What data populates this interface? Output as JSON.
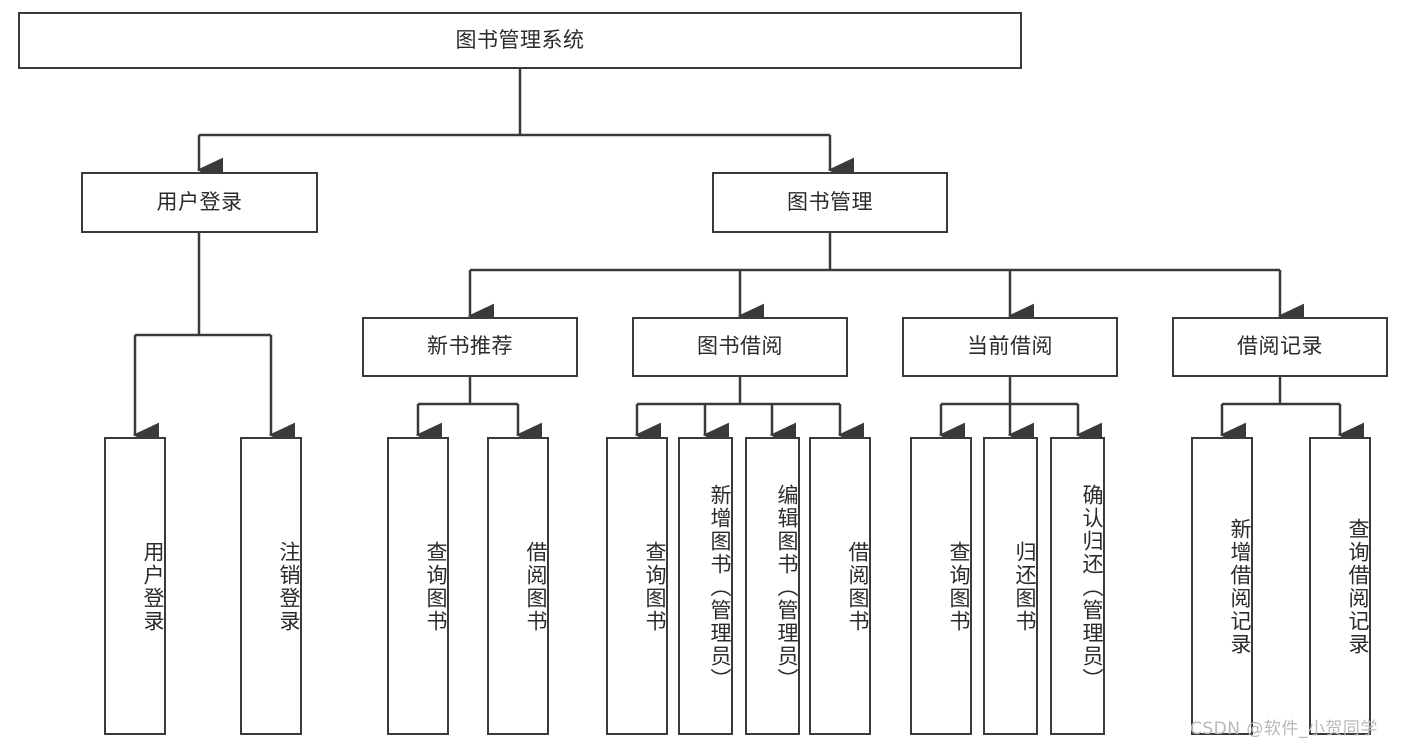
{
  "diagram": {
    "title": "图书管理系统",
    "root": {
      "label": "图书管理系统"
    },
    "level2": [
      {
        "label": "用户登录"
      },
      {
        "label": "图书管理"
      }
    ],
    "level3": [
      {
        "label": "新书推荐"
      },
      {
        "label": "图书借阅"
      },
      {
        "label": "当前借阅"
      },
      {
        "label": "借阅记录"
      }
    ],
    "leaves": {
      "user_login": [
        {
          "label": "用户登录"
        },
        {
          "label": "注销登录"
        }
      ],
      "new_book_recommend": [
        {
          "label": "查询图书"
        },
        {
          "label": "借阅图书"
        }
      ],
      "book_borrow": [
        {
          "label": "查询图书"
        },
        {
          "label": "新增图书（管理员）"
        },
        {
          "label": "编辑图书（管理员）"
        },
        {
          "label": "借阅图书"
        }
      ],
      "current_borrow": [
        {
          "label": "查询图书"
        },
        {
          "label": "归还图书"
        },
        {
          "label": "确认归还（管理员）"
        }
      ],
      "borrow_record": [
        {
          "label": "新增借阅记录"
        },
        {
          "label": "查询借阅记录"
        }
      ]
    },
    "watermark": "CSDN @软件_小贺同学",
    "colors": {
      "stroke": "#3a3a3a",
      "text": "#2b2b2b",
      "background": "#ffffff",
      "watermark": "#b9b9b9"
    }
  }
}
